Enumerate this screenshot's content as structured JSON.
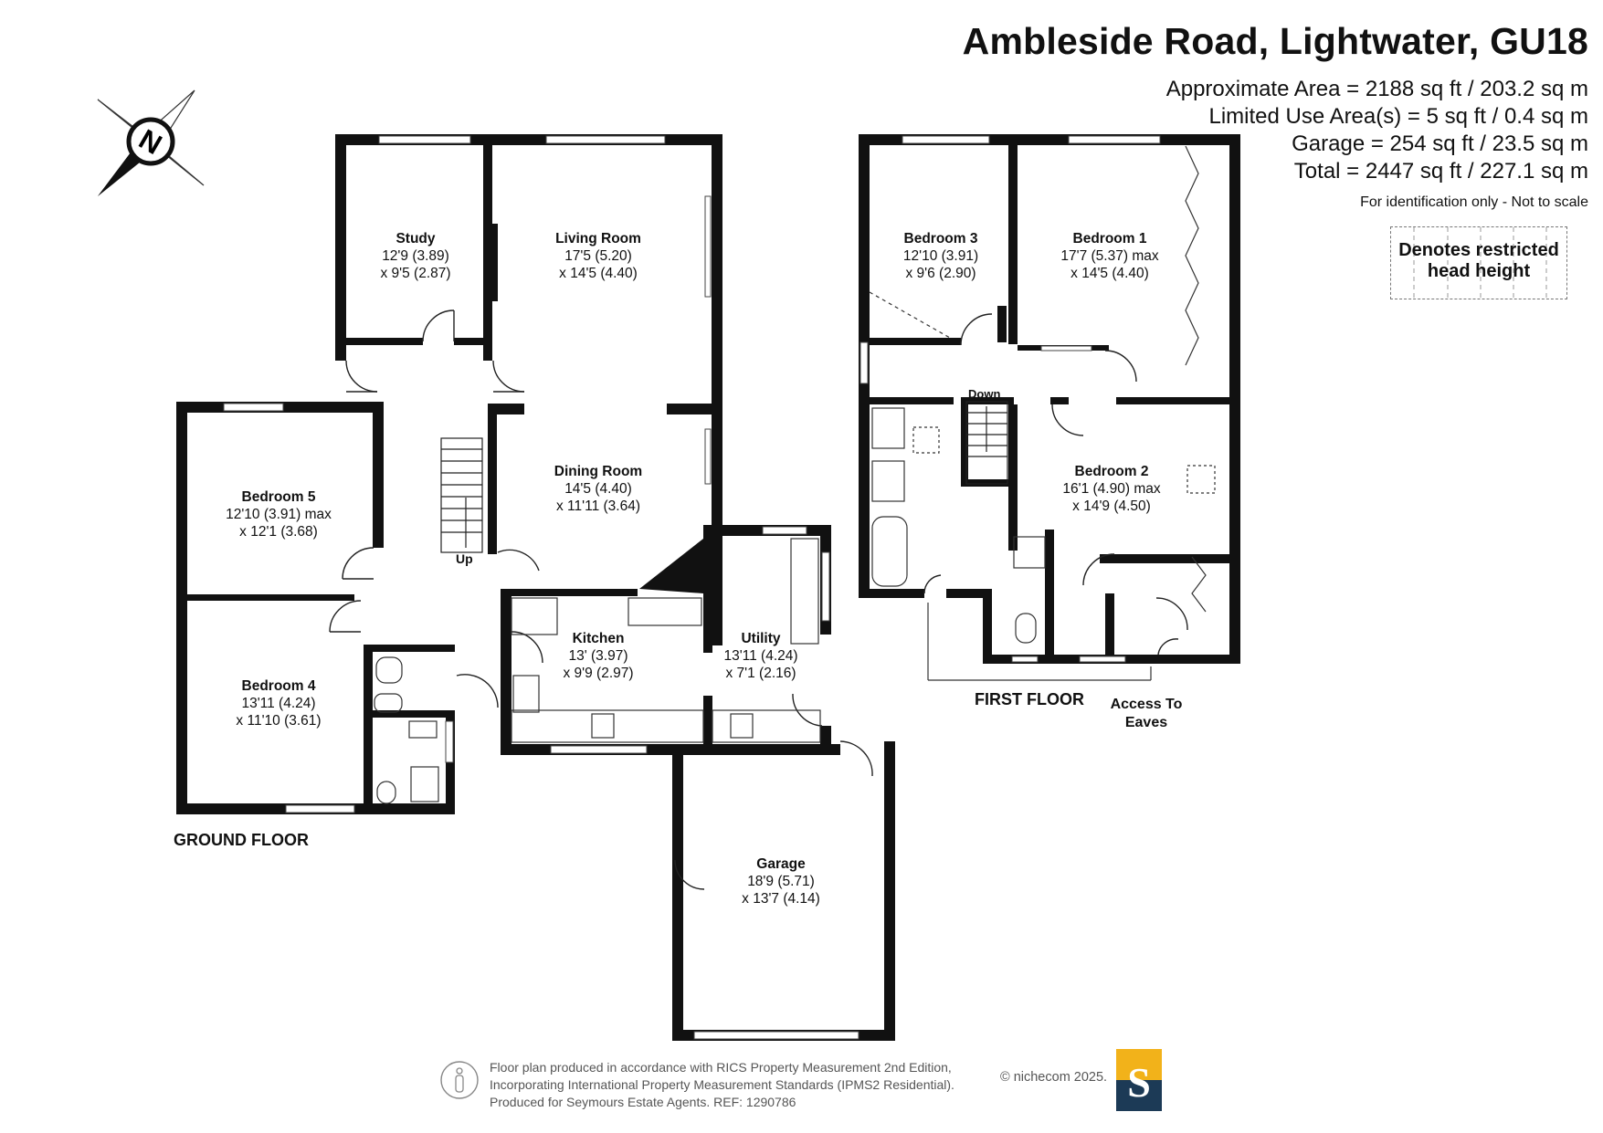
{
  "header": {
    "title": "Ambleside Road, Lightwater, GU18",
    "area_lines": [
      "Approximate Area = 2188 sq ft / 203.2 sq m",
      "Limited Use Area(s) = 5 sq ft / 0.4 sq m",
      "Garage = 254 sq ft / 23.5 sq m",
      "Total = 2447 sq ft / 227.1 sq m"
    ],
    "note": "For identification only - Not to scale"
  },
  "legend": {
    "restricted_line1": "Denotes restricted",
    "restricted_line2": "head height"
  },
  "compass": {
    "letter": "N"
  },
  "ground_floor": {
    "label": "GROUND FLOOR",
    "rooms": [
      {
        "name": "Study",
        "dim1": "12'9 (3.89)",
        "dim2": "x 9'5 (2.87)"
      },
      {
        "name": "Living Room",
        "dim1": "17'5 (5.20)",
        "dim2": "x 14'5 (4.40)"
      },
      {
        "name": "Dining Room",
        "dim1": "14'5 (4.40)",
        "dim2": "x 11'11 (3.64)"
      },
      {
        "name": "Bedroom 5",
        "dim1": "12'10 (3.91) max",
        "dim2": "x 12'1 (3.68)"
      },
      {
        "name": "Bedroom 4",
        "dim1": "13'11 (4.24)",
        "dim2": "x 11'10 (3.61)"
      },
      {
        "name": "Kitchen",
        "dim1": "13' (3.97)",
        "dim2": "x 9'9 (2.97)"
      },
      {
        "name": "Utility",
        "dim1": "13'11 (4.24)",
        "dim2": "x 7'1 (2.16)"
      },
      {
        "name": "Garage",
        "dim1": "18'9 (5.71)",
        "dim2": "x 13'7 (4.14)"
      }
    ],
    "stairs_label": "Up"
  },
  "first_floor": {
    "label": "FIRST FLOOR",
    "rooms": [
      {
        "name": "Bedroom 3",
        "dim1": "12'10 (3.91)",
        "dim2": "x 9'6 (2.90)"
      },
      {
        "name": "Bedroom 1",
        "dim1": "17'7 (5.37) max",
        "dim2": "x 14'5 (4.40)"
      },
      {
        "name": "Bedroom 2",
        "dim1": "16'1 (4.90) max",
        "dim2": "x 14'9 (4.50)"
      }
    ],
    "stairs_label": "Down",
    "eaves_line1": "Access To",
    "eaves_line2": "Eaves"
  },
  "footer": {
    "line1": "Floor plan produced in accordance with RICS Property Measurement 2nd Edition,",
    "line2": "Incorporating International Property Measurement Standards (IPMS2 Residential).",
    "line3": "Produced for Seymours Estate Agents.   REF: 1290786",
    "copyright": "© nichecom 2025.",
    "logo_letter": "S",
    "logo_colors": {
      "top": "#f2b21a",
      "bottom": "#1c3a56"
    }
  }
}
